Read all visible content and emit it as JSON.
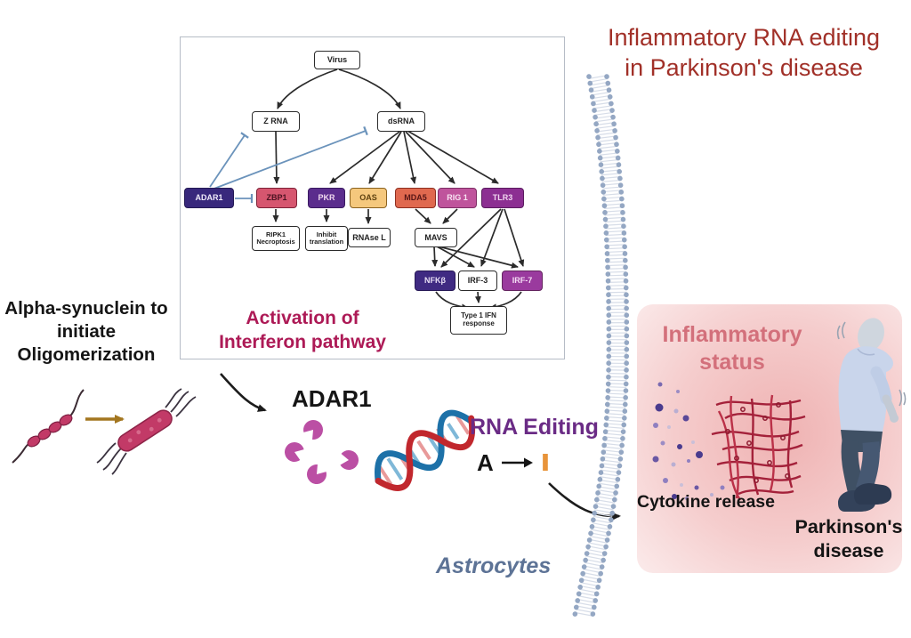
{
  "title": "Inflammatory RNA editing\nin Parkinson's disease",
  "pathway": {
    "caption": "Activation of\nInterferon pathway",
    "nodes": {
      "virus": {
        "label": "Virus"
      },
      "zrna": {
        "label": "Z RNA"
      },
      "dsrna": {
        "label": "dsRNA"
      },
      "adar1": {
        "label": "ADAR1",
        "color": "#38287c"
      },
      "zbp1": {
        "label": "ZBP1",
        "color": "#d6566f"
      },
      "pkr": {
        "label": "PKR",
        "color": "#5b2d8d"
      },
      "oas": {
        "label": "OAS",
        "color": "#f5c87d"
      },
      "mda5": {
        "label": "MDA5",
        "color": "#e0694f"
      },
      "rig1": {
        "label": "RIG 1",
        "color": "#bf549c"
      },
      "tlr3": {
        "label": "TLR3",
        "color": "#8c2f92"
      },
      "ripk1": {
        "label": "RIPK1\nNecroptosis"
      },
      "inhibit_translation": {
        "label": "Inhibit\ntranslation"
      },
      "rnasel": {
        "label": "RNAse L"
      },
      "mavs": {
        "label": "MAVS"
      },
      "nfkb": {
        "label": "NFKβ",
        "color": "#3f2a82"
      },
      "irf3": {
        "label": "IRF-3"
      },
      "irf7": {
        "label": "IRF-7",
        "color": "#9a3a9e"
      },
      "ifn": {
        "label": "Type 1 IFN\nresponse"
      }
    }
  },
  "left": {
    "alpha_synuclein_label": "Alpha-synuclein to\ninitiate\nOligomerization"
  },
  "center": {
    "adar1_label": "ADAR1",
    "rna_editing_label": "RNA Editing",
    "edit_from": "A",
    "edit_to": "I",
    "astrocytes_label": "Astrocytes"
  },
  "right": {
    "inflammatory_status": "Inflammatory\nstatus",
    "cytokine_release": "Cytokine release",
    "parkinsons_disease": "Parkinson's\ndisease"
  },
  "colors": {
    "title_red": "#a13028",
    "caption_magenta": "#ad1a56",
    "status_rose": "#d3707b",
    "rna_editing_purple": "#6a2b85",
    "astrocytes_blue": "#5d7396",
    "edit_i_orange": "#e8943a",
    "enzyme_magenta": "#bb4fa4",
    "synuclein_rose": "#c23a67",
    "oligomer_arrow_brown": "#a3761f",
    "dna_blue": "#1d71a8",
    "dna_red": "#c1272d",
    "membrane_blue": "#94a7c3",
    "fibril_red": "#a4213a",
    "cytokine_purple": "#4a3b8e",
    "inhibition_blue": "#6b93bb"
  }
}
